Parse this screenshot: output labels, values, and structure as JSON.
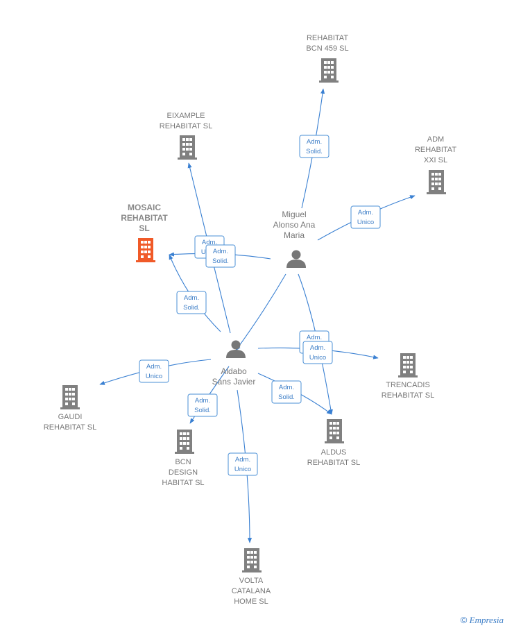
{
  "colors": {
    "edge": "#3a80d2",
    "node": "#808080",
    "highlight": "#f05a28",
    "badge_text": "#3a7cc6"
  },
  "nodes": [
    {
      "id": "rehabitat",
      "kind": "company",
      "lines": [
        "REHABITAT",
        "BCN 459  SL"
      ]
    },
    {
      "id": "eixample",
      "kind": "company",
      "lines": [
        "EIXAMPLE",
        "REHABITAT  SL"
      ]
    },
    {
      "id": "adm",
      "kind": "company",
      "lines": [
        "ADM",
        "REHABITAT",
        "XXI  SL"
      ]
    },
    {
      "id": "mosaic",
      "kind": "company",
      "highlight": true,
      "lines": [
        "MOSAIC",
        "REHABITAT",
        "SL"
      ]
    },
    {
      "id": "miguel",
      "kind": "person",
      "lines": [
        "Miguel",
        "Alonso Ana",
        "Maria"
      ]
    },
    {
      "id": "aldabo",
      "kind": "person",
      "lines": [
        "Aldabo",
        "Sans Javier"
      ]
    },
    {
      "id": "trencadis",
      "kind": "company",
      "lines": [
        "TRENCADIS",
        "REHABITAT  SL"
      ]
    },
    {
      "id": "gaudi",
      "kind": "company",
      "lines": [
        "GAUDI",
        "REHABITAT  SL"
      ]
    },
    {
      "id": "aldus",
      "kind": "company",
      "lines": [
        "ALDUS",
        "REHABITAT  SL"
      ]
    },
    {
      "id": "bcn",
      "kind": "company",
      "lines": [
        "BCN",
        "DESIGN",
        "HABITAT  SL"
      ]
    },
    {
      "id": "volta",
      "kind": "company",
      "lines": [
        "VOLTA",
        "CATALANA",
        "HOME  SL"
      ]
    }
  ],
  "edges": [
    {
      "from": "miguel",
      "to": "rehabitat",
      "label": [
        "Adm.",
        "Solid."
      ]
    },
    {
      "from": "miguel",
      "to": "adm",
      "label": [
        "Adm.",
        "Unico"
      ]
    },
    {
      "from": "miguel",
      "to": "mosaic",
      "label": [
        "Adm.",
        "Unico"
      ]
    },
    {
      "from": "miguel",
      "to": "aldabo",
      "label": []
    },
    {
      "from": "miguel",
      "to": "aldus",
      "label": [
        "Adm.",
        "Solid."
      ]
    },
    {
      "from": "aldabo",
      "to": "eixample",
      "label": [
        "Adm.",
        "Solid."
      ]
    },
    {
      "from": "aldabo",
      "to": "mosaic",
      "label": [
        "Adm.",
        "Solid."
      ]
    },
    {
      "from": "aldabo",
      "to": "trencadis",
      "label": [
        "Adm.",
        "Unico"
      ]
    },
    {
      "from": "aldabo",
      "to": "gaudi",
      "label": [
        "Adm.",
        "Unico"
      ]
    },
    {
      "from": "aldabo",
      "to": "aldus",
      "label": [
        "Adm.",
        "Solid."
      ]
    },
    {
      "from": "aldabo",
      "to": "bcn",
      "label": [
        "Adm.",
        "Solid."
      ]
    },
    {
      "from": "aldabo",
      "to": "volta",
      "label": [
        "Adm.",
        "Unico"
      ]
    }
  ],
  "footer": {
    "copyright": "©",
    "brand": "Empresia"
  }
}
